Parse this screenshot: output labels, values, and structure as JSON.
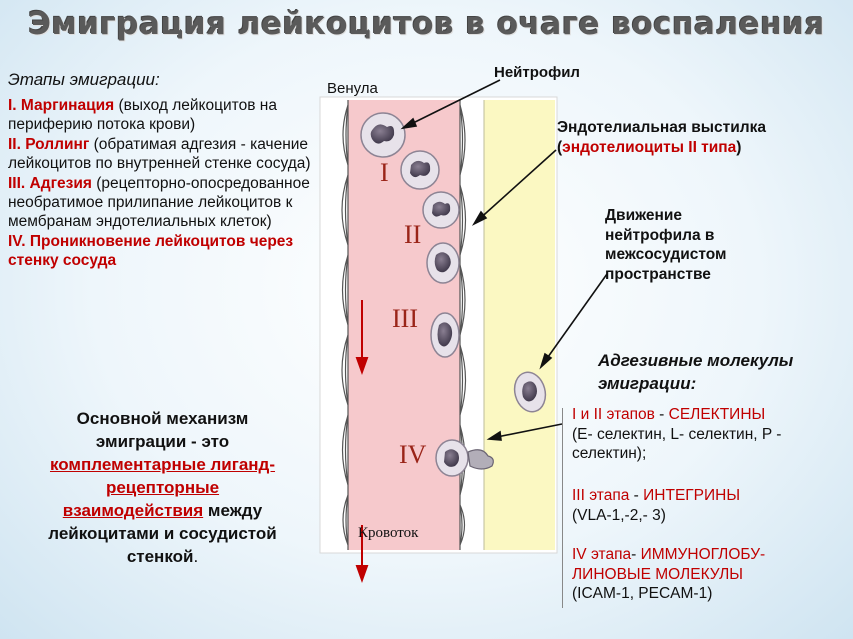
{
  "title": "Эмиграция лейкоцитов в очаге воспаления",
  "stages": {
    "header": "Этапы эмиграции:",
    "items": [
      {
        "label": "I. Маргинация",
        "text": " (выход лейкоцитов на периферию  потока крови)"
      },
      {
        "label": "II. Роллинг",
        "text": " (обратимая адгезия - качение лейкоцитов по внутренней стенке сосуда)"
      },
      {
        "label": "III. Адгезия",
        "text": " (рецепторно-опосредованное необратимое прилипание лейкоцитов к мембранам эндотелиальных клеток)"
      },
      {
        "label": "IV. Проникновение  лейкоцитов через стенку сосуда",
        "text": ""
      }
    ]
  },
  "mechanism": {
    "part1": "Основной механизм эмиграции - это ",
    "link1": "комплементарные лиганд- рецепторные взаимодействия",
    "part2": " между лейкоцитами и сосудистой стенкой",
    "part3": "."
  },
  "diagram": {
    "venule_label": "Венула",
    "neutrophil_label": "Нейтрофил",
    "flow_label": "Кровоток",
    "roman": [
      "I",
      "II",
      "III",
      "IV"
    ],
    "colors": {
      "blood": "#f6c9cc",
      "tissue": "#fbf8c2",
      "wall": "#ffffff",
      "stage_numerals": "#9a2418",
      "arrow_red": "#c00000"
    }
  },
  "endothelium": {
    "line1": "Эндотелиальная выстилка",
    "open_paren": "(",
    "highlight": "эндотелиоциты II типа",
    "close_paren": ")"
  },
  "movement": "Движение нейтрофила в межсосудистом пространстве",
  "adhesion": {
    "header": "Адгезивные молекулы эмиграции:",
    "selectin_stage": "I и II этапов",
    "selectin_dash": " - ",
    "selectin_name": "СЕЛЕКТИНЫ",
    "selectin_list": "(E- селектин, L- селектин, P - селектин);",
    "integrin_stage": "III этапа",
    "integrin_dash": " - ",
    "integrin_name": "ИНТЕГРИНЫ",
    "integrin_list": "(VLA-1,-2,- 3)",
    "ig_stage": "IV этапа",
    "ig_dash": "- ",
    "ig_name": "ИММУНОГЛОБУ-ЛИНОВЫЕ МОЛЕКУЛЫ",
    "ig_list": "(ICAM-1, PECAM-1)"
  }
}
